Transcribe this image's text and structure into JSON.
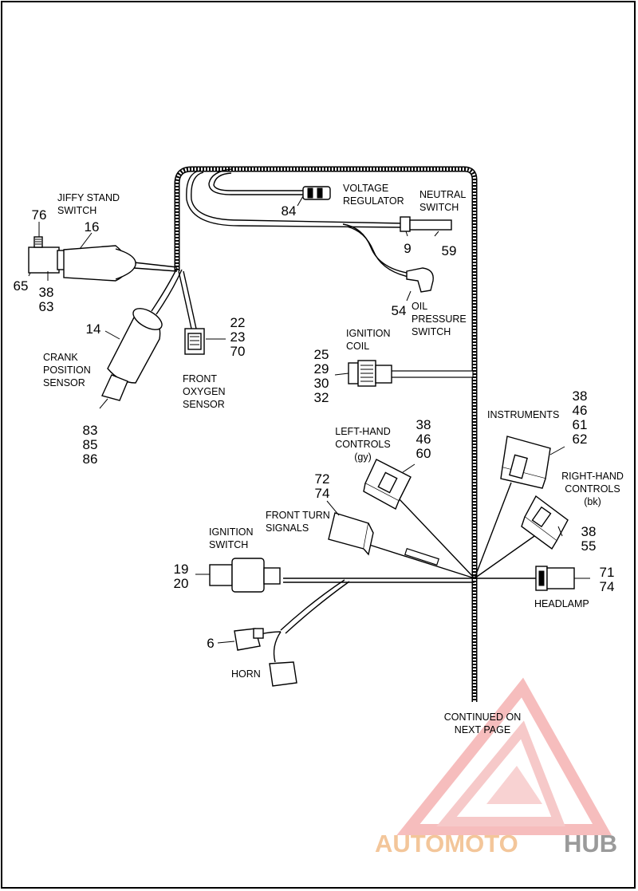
{
  "diagram": {
    "components": [
      {
        "id": "jiffy-stand-switch",
        "label_lines": [
          "JIFFY STAND",
          "SWITCH"
        ]
      },
      {
        "id": "crank-position-sensor",
        "label_lines": [
          "CRANK",
          "POSITION",
          "SENSOR"
        ]
      },
      {
        "id": "front-oxygen-sensor",
        "label_lines": [
          "FRONT",
          "OXYGEN",
          "SENSOR"
        ]
      },
      {
        "id": "voltage-regulator",
        "label_lines": [
          "VOLTAGE",
          "REGULATOR"
        ]
      },
      {
        "id": "neutral-switch",
        "label_lines": [
          "NEUTRAL",
          "SWITCH"
        ]
      },
      {
        "id": "oil-pressure-switch",
        "label_lines": [
          "OIL",
          "PRESSURE",
          "SWITCH"
        ]
      },
      {
        "id": "ignition-coil",
        "label_lines": [
          "IGNITION",
          "COIL"
        ]
      },
      {
        "id": "instruments",
        "label_lines": [
          "INSTRUMENTS"
        ]
      },
      {
        "id": "left-hand-controls",
        "label_lines": [
          "LEFT-HAND",
          "CONTROLS",
          "(gy)"
        ]
      },
      {
        "id": "right-hand-controls",
        "label_lines": [
          "RIGHT-HAND",
          "CONTROLS",
          "(bk)"
        ]
      },
      {
        "id": "front-turn-signals",
        "label_lines": [
          "FRONT TURN",
          "SIGNALS"
        ]
      },
      {
        "id": "ignition-switch",
        "label_lines": [
          "IGNITION",
          "SWITCH"
        ]
      },
      {
        "id": "headlamp",
        "label_lines": [
          "HEADLAMP"
        ]
      },
      {
        "id": "horn",
        "label_lines": [
          "HORN"
        ]
      },
      {
        "id": "continued",
        "label_lines": [
          "CONTINUED ON",
          "NEXT PAGE"
        ]
      }
    ],
    "callouts": {
      "jiffy_top": "76",
      "jiffy_main": "16",
      "jiffy_left": "65",
      "jiffy_bottom": [
        "38",
        "63"
      ],
      "crank_main": "14",
      "crank_bottom": [
        "83",
        "85",
        "86"
      ],
      "oxygen": [
        "22",
        "23",
        "70"
      ],
      "voltage": "84",
      "neutral_a": "9",
      "neutral_b": "59",
      "oil": "54",
      "coil": [
        "25",
        "29",
        "30",
        "32"
      ],
      "instruments": [
        "38",
        "46",
        "61",
        "62"
      ],
      "left_hand": [
        "38",
        "46",
        "60"
      ],
      "right_hand": [
        "38",
        "55"
      ],
      "turn_signals": [
        "72",
        "74"
      ],
      "ignition_switch": [
        "19",
        "20"
      ],
      "headlamp": [
        "71",
        "74"
      ],
      "horn": "6"
    }
  },
  "watermark": {
    "part1": "AUTOMOTO",
    "part2": "HUB",
    "color_main": "#f3c69a",
    "color_brand": "#e83a3a",
    "color_hub": "#9a9a9a"
  }
}
